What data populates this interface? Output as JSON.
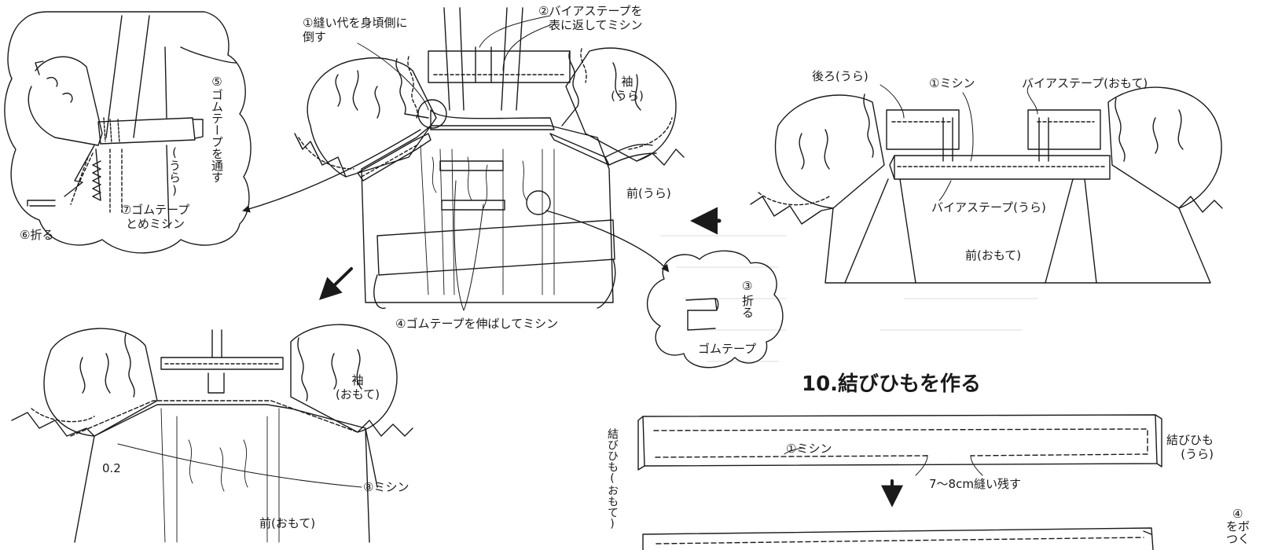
{
  "labels": {
    "seam_allowance": "①縫い代を身頃側に\n倒す",
    "bias_tape_turn": "②バイアステープを\n表に返してミシン",
    "sleeve_ura": "袖\n(うら)",
    "front_ura": "前(うら)",
    "elastic_stretch_sew": "④ゴムテープを伸ばしてミシン",
    "elastic_pass": "⑤ゴムテープを通す",
    "ura": "(うら)",
    "fold_6": "⑥折る",
    "elastic_stop_sew": "⑦ゴムテープ\nとめミシン",
    "fold_3_num": "③",
    "fold_3_text": "折る",
    "elastic_tape": "ゴムテープ",
    "back_ura": "後ろ(うら)",
    "sew_1": "①ミシン",
    "bias_tape_omote": "バイアステープ(おもて)",
    "bias_tape_ura": "バイアステープ(うら)",
    "front_omote_right": "前(おもて)",
    "sleeve_omote": "袖\n(おもて)",
    "seam_02": "0.2",
    "sew_8": "⑧ミシン",
    "front_omote_bottom": "前(おもて)",
    "section_heading": "10.結びひもを作る",
    "tie_omote": "結びひも(おもて)",
    "tie_sew_1": "①ミシン",
    "tie_ura": "結びひも\n(うら)",
    "leave_open": "7〜8cm縫い残す",
    "step4_num": "④",
    "step4_text": "をボ\nつく"
  },
  "colors": {
    "line": "#1a1a1a",
    "paper": "#ffffff",
    "faint": "#dcdcdc"
  },
  "icons": [
    "arrow-left-icon",
    "arrow-down-left-icon",
    "arrow-down-icon",
    "curved-arrow-icon"
  ]
}
